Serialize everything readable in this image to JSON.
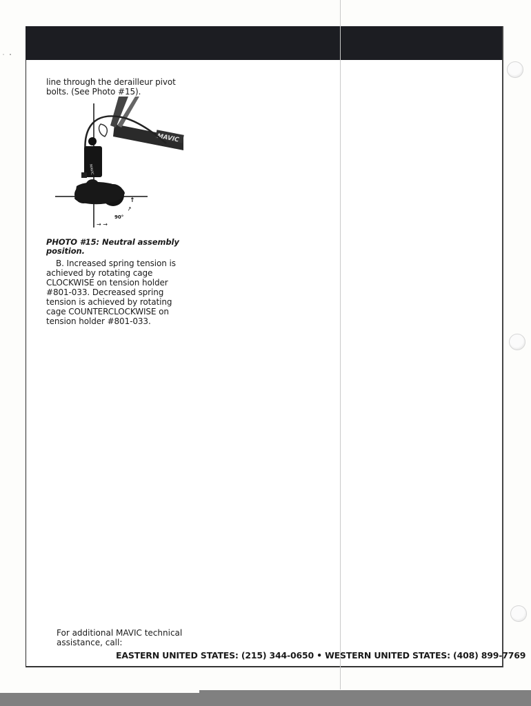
{
  "document": {
    "intro_text": "line through the derailleur pivot bolts. (See Photo #15).",
    "photo": {
      "caption": "PHOTO #15: Neutral assembly position.",
      "brand_label": "MAVIC",
      "angle_label": "90°"
    },
    "paragraph_b": "B. Increased spring tension is achieved by rotating cage CLOCKWISE on tension holder #801-033. Decreased spring tension is achieved by rotating cage COUNTERCLOCKWISE on tension holder #801-033.",
    "footer": {
      "note": "For additional MAVIC technical assistance, call:",
      "phones": "EASTERN UNITED STATES: (215) 344-0650 • WESTERN UNITED STATES: (408) 899-7769"
    }
  },
  "colors": {
    "header_band": "#1c1d22",
    "page": "#ffffff",
    "scan_bar": "#808080"
  }
}
